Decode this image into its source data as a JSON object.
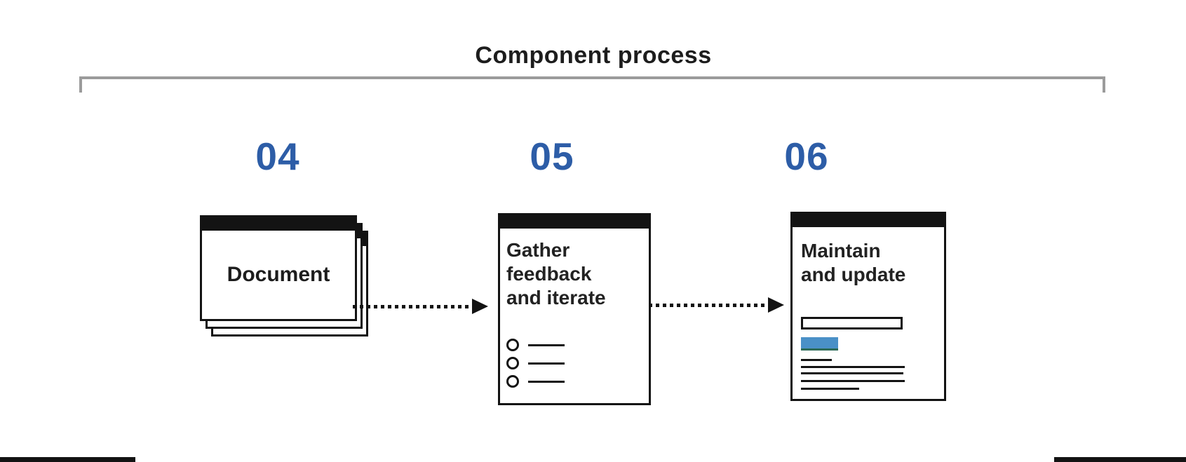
{
  "title": "Component process",
  "steps": [
    {
      "number": "04",
      "label": "Document",
      "icon": "document-stack-icon"
    },
    {
      "number": "05",
      "label": "Gather\nfeedback\nand iterate",
      "icon": "checklist-icon"
    },
    {
      "number": "06",
      "label": "Maintain\nand update",
      "icon": "form-page-icon"
    }
  ],
  "connectors": [
    {
      "from": "04",
      "to": "05",
      "style": "dotted-arrow"
    },
    {
      "from": "05",
      "to": "06",
      "style": "dotted-arrow"
    }
  ],
  "colors": {
    "step_number_blue": "#2d5da7",
    "accent_blue": "#4a90c7",
    "accent_teal_edge": "#2e6b58",
    "bracket_gray": "#9b9b9b",
    "ink": "#131313"
  }
}
